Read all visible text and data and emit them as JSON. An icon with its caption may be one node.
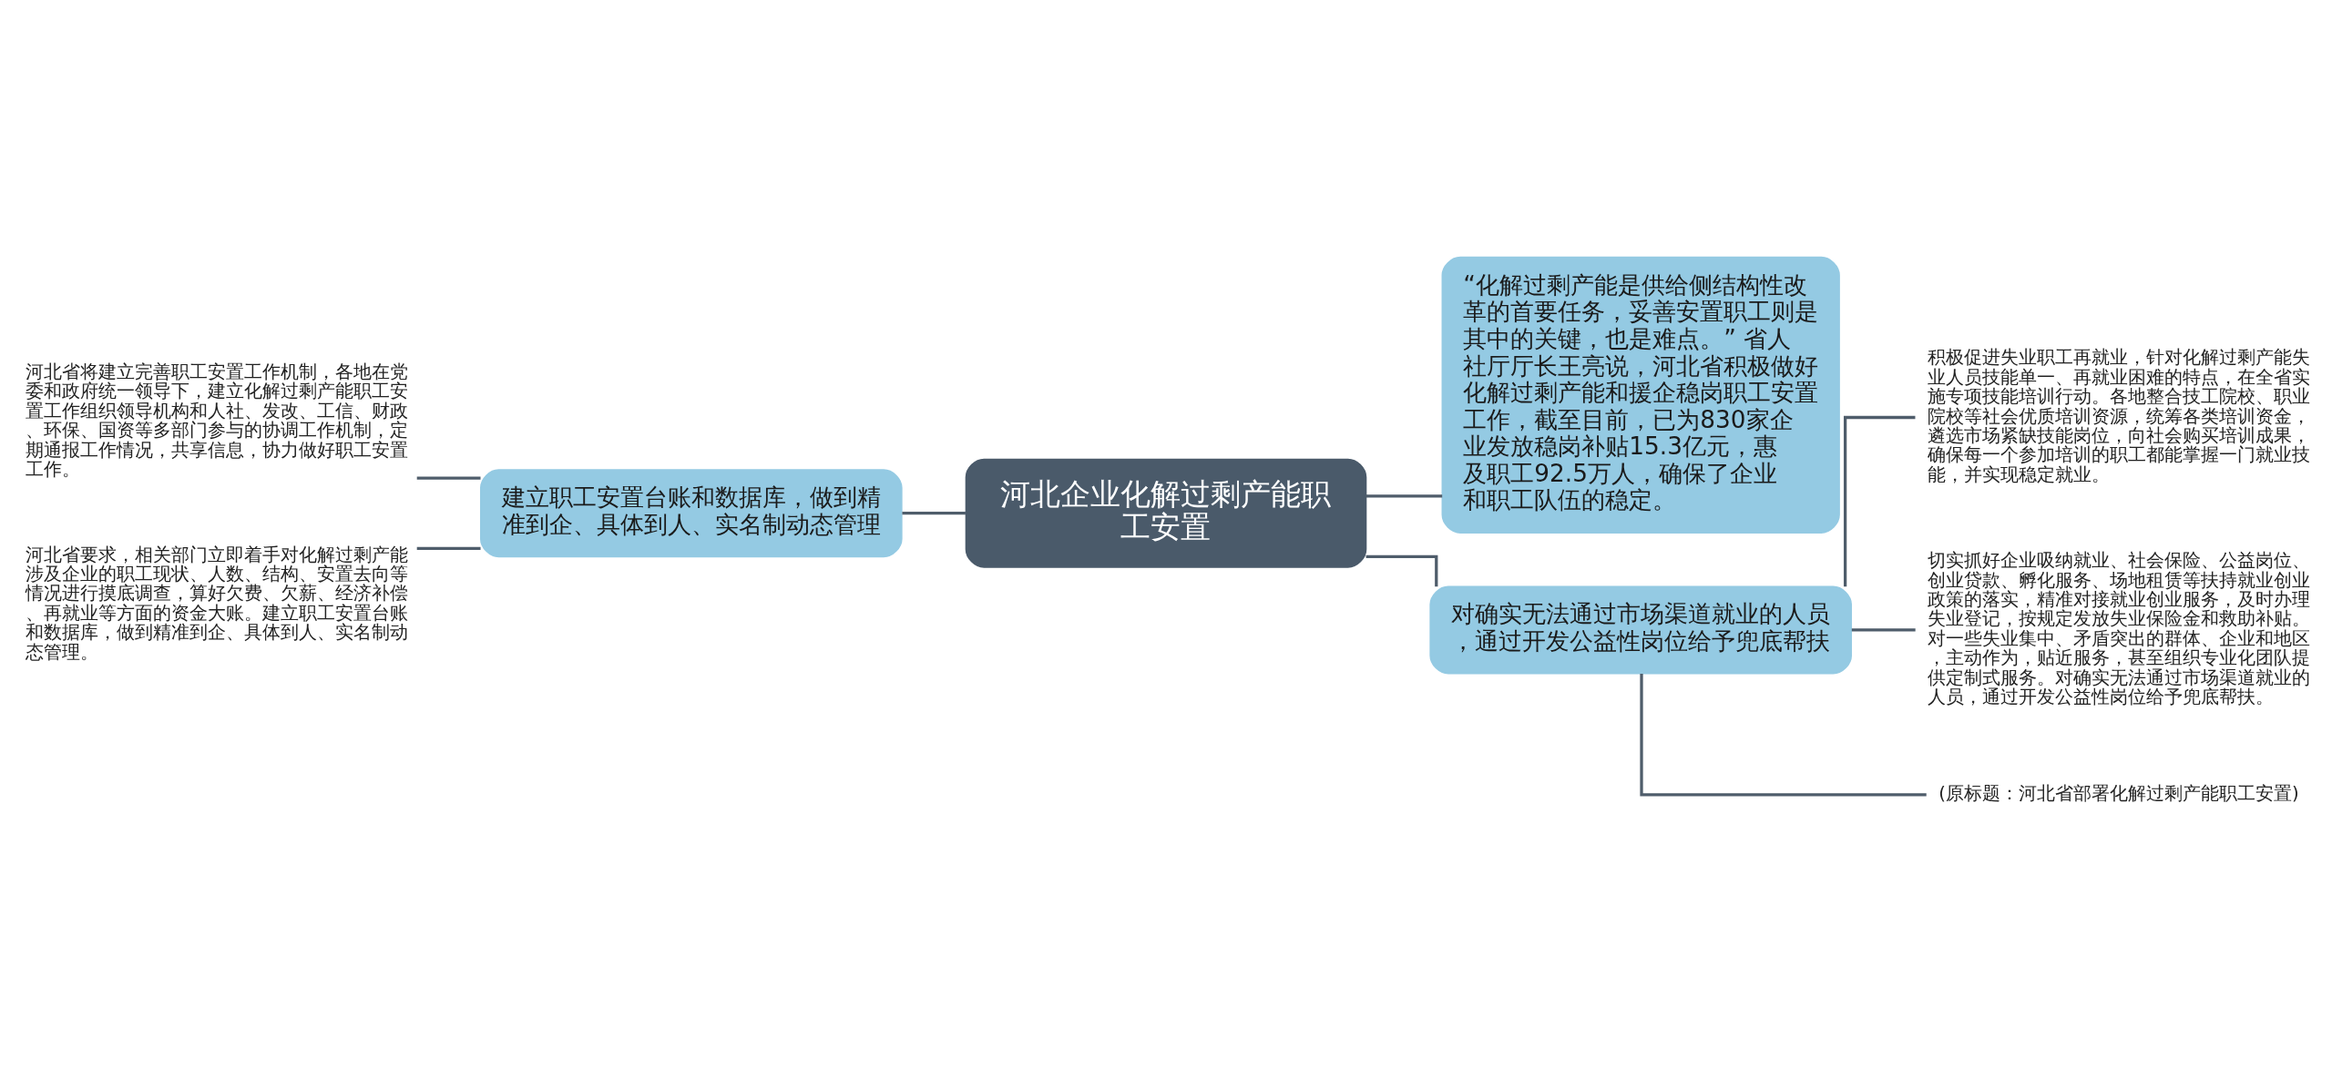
{
  "diagram": {
    "nodes": [
      {
        "text": [
          "河北企业化解过剩产能职工安置"
        ]
      },
      {
        "text": [
          "建立职工安置台账和数据库，做到精准到企、具体到人、实名制动态管理"
        ]
      },
      {
        "text": [
          "河北省将建立完善职工安置工作机制，各地在党委和政府统一领导下，建立化解过剩产能职工安置工作组织领导机构和人社、发改、工信、财政、环保、国资等多部门参与的协调工作机制，定期通报工作情况，共享信息，协力做好职工安置工作。"
        ]
      },
      {
        "text": [
          "河北省要求，相关部门立即着手对化解过剩产能涉及企业的职工现状、人数、结构、安置去向等情况进行摸底调查，算好欠费、欠薪、经济补偿、再就业等方面的资金大账。建立职工安置台账和数据库，做到精准到企、具体到人、实名制动态管理。"
        ]
      },
      {
        "text": [
          "“化解过剩产能是供给侧结构性改革的首要任务，妥善安置职工则是其中的关键，也是难点。” 省人社厅厅长王亮说，河北省积极做好化解过剩产能和援企稳岗职工安置工作，截至目前，已为830家企业发放稳岗补贴15.3亿元，惠及职工92.5万人，确保了企业和职工队伍的稳定。"
        ]
      },
      {
        "text": [
          "对确实无法通过市场渠道就业的人员，通过开发公益性岗位给予兜底帮扶"
        ]
      },
      {
        "text": [
          "积极促进失业职工再就业，针对化解过剩产能失业人员技能单一、再就业困难的特点，在全省实施专项技能培训行动。各地整合技工院校、职业院校等社会优质培训资源，统筹各类培训资金，遴选市场紧缺技能岗位，向社会购买培训成果，确保每一个参加培训的职工都能掌握一门就业技能，并实现稳定就业。"
        ]
      },
      {
        "text": [
          "切实抓好企业吸纳就业、社会保险、公益岗位、创业贷款、孵化服务、场地租赁等扶持就业创业政策的落实，精准对接就业创业服务，及时办理失业登记，按规定发放失业保险金和救助补贴。对一些失业集中、矛盾突出的群体、企业和地区，主动作为，贴近服务，甚至组织专业化团队提供定制式服务。对确实无法通过市场渠道就业的人员，通过开发公益性岗位给予兜底帮扶。"
        ]
      },
      {
        "text": [
          "(原标题：河北省部署化解过剩产能职工安置)"
        ]
      }
    ],
    "edges": [
      {
        "from": 2,
        "to": 1,
        "arrow": "none"
      },
      {
        "from": 3,
        "to": 1,
        "arrow": "none"
      },
      {
        "from": 1,
        "to": 0,
        "arrow": "none"
      },
      {
        "from": 0,
        "to": 4,
        "arrow": "none"
      },
      {
        "from": 0,
        "to": 5,
        "arrow": "none"
      },
      {
        "from": 5,
        "to": 6,
        "arrow": "none"
      },
      {
        "from": 5,
        "to": 7,
        "arrow": "none"
      },
      {
        "from": 5,
        "to": 8,
        "arrow": "none"
      }
    ]
  }
}
